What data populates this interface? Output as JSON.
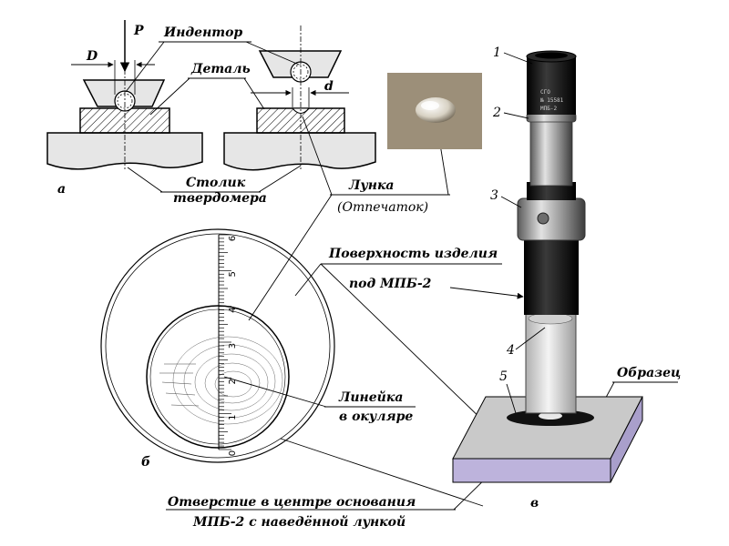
{
  "labels": {
    "force": "P",
    "indentor": "Индентор",
    "ball_diameter": "D",
    "part": "Деталь",
    "imprint_diameter": "d",
    "table_line1": "Столик",
    "table_line2": "твердомера",
    "dimple_line1": "Лунка",
    "dimple_line2": "(Отпечаток)",
    "surface_line1": "Поверхность изделия",
    "surface_line2": "под МПБ-2",
    "ruler_line1": "Линейка",
    "ruler_line2": "в окуляре",
    "sample": "Образец",
    "hole_line1": "Отверстие в центре основания",
    "hole_line2": "МПБ-2 с наведённой лункой"
  },
  "panel_letters": {
    "a": "а",
    "b": "б",
    "c": "в"
  },
  "callout_numbers": [
    "1",
    "2",
    "3",
    "4",
    "5"
  ],
  "ruler_ticks": [
    "0",
    "1",
    "2",
    "3",
    "4",
    "5",
    "6"
  ],
  "device_text": [
    "СГО",
    "№ 15581",
    "МПБ-2"
  ],
  "colors": {
    "table": "#e6e6e6",
    "part": "#e6e6e6",
    "sample_top": "#c9c9c9",
    "sample_side": "#bdb3dc",
    "tube_dark": "#101010",
    "tube_metal": "#9a9a9a",
    "photo_bg": "#9c8f79"
  }
}
